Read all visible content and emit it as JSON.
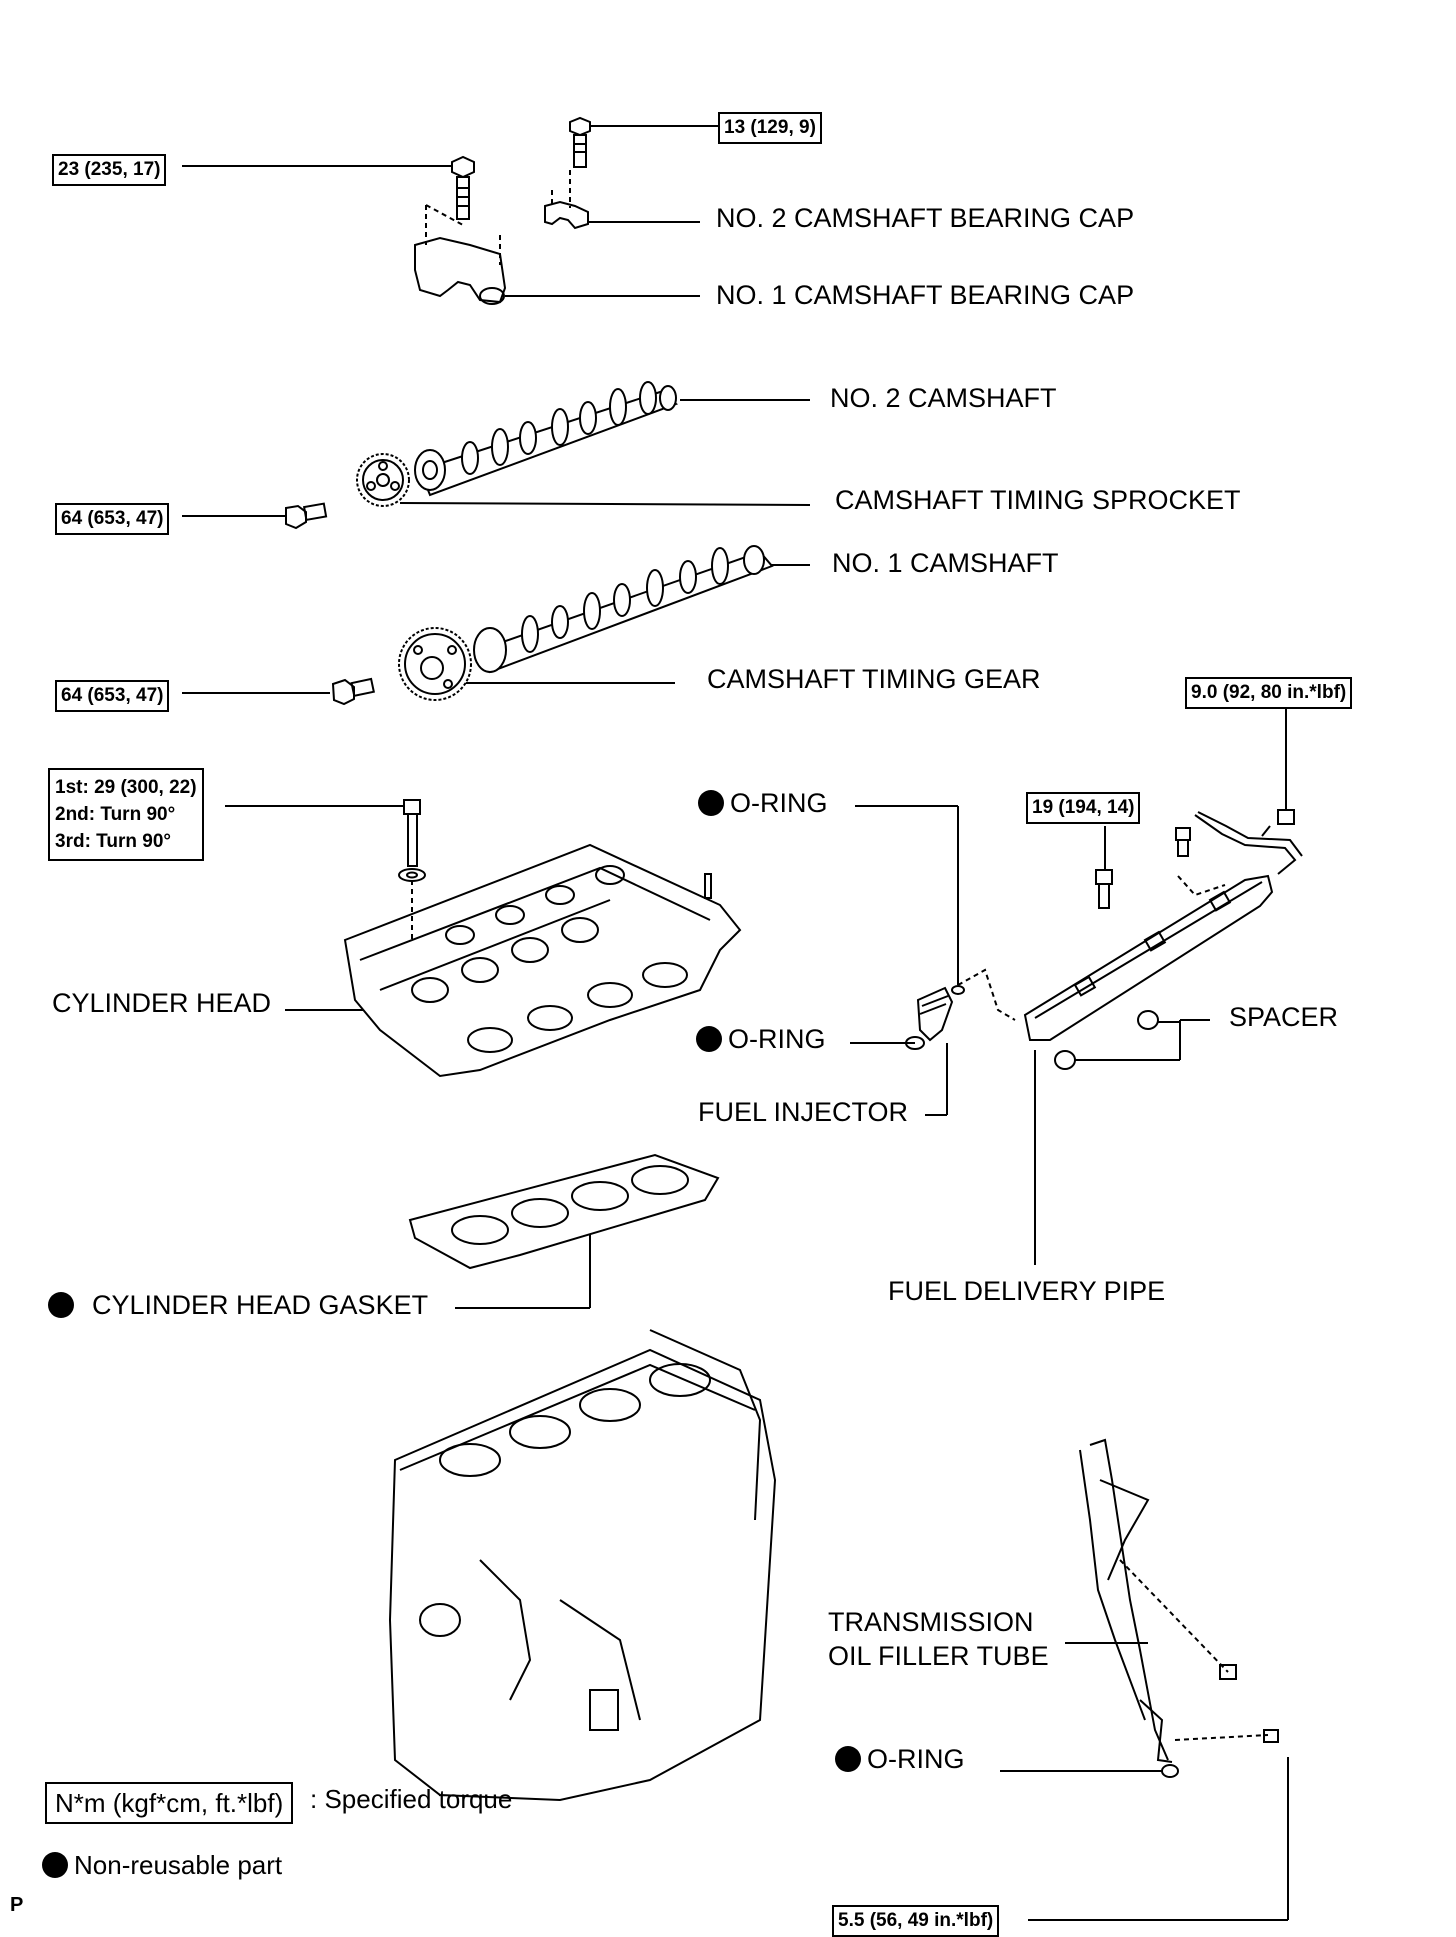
{
  "torque_specs": {
    "cap_no2_bolt": "13 (129, 9)",
    "cap_no1_bolt": "23 (235, 17)",
    "sprocket_bolt": "64 (653, 47)",
    "gear_bolt": "64 (653, 47)",
    "head_bolt_line1": "1st: 29 (300, 22)",
    "head_bolt_line2": "2nd: Turn 90°",
    "head_bolt_line3": "3rd: Turn 90°",
    "delivery_pipe_bolt": "19 (194, 14)",
    "fuel_pipe_clamp_bolt": "9.0 (92, 80 in.*lbf)",
    "filler_tube_bolt": "5.5 (56, 49 in.*lbf)"
  },
  "parts": {
    "no2_cap": "NO. 2 CAMSHAFT BEARING CAP",
    "no1_cap": "NO. 1 CAMSHAFT BEARING CAP",
    "no2_camshaft": "NO. 2 CAMSHAFT",
    "sprocket": "CAMSHAFT TIMING SPROCKET",
    "no1_camshaft": "NO. 1 CAMSHAFT",
    "timing_gear": "CAMSHAFT TIMING GEAR",
    "oring_top": "O-RING",
    "oring_mid": "O-RING",
    "cylinder_head": "CYLINDER HEAD",
    "spacer": "SPACER",
    "fuel_injector": "FUEL INJECTOR",
    "head_gasket": "CYLINDER HEAD GASKET",
    "fuel_delivery_pipe": "FUEL DELIVERY PIPE",
    "filler_tube_line1": "TRANSMISSION",
    "filler_tube_line2": "OIL FILLER TUBE",
    "oring_bottom": "O-RING"
  },
  "legend": {
    "torque_unit": "N*m (kgf*cm, ft.*lbf)",
    "torque_desc": ": Specified torque",
    "nonreusable": "Non-reusable part"
  },
  "corner_mark": "P"
}
